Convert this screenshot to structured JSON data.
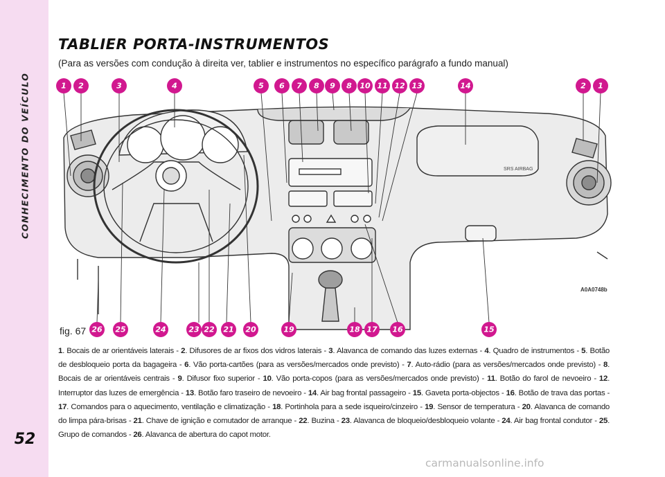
{
  "sidebar": {
    "section_label": "CONHECIMENTO DO VEÍCULO",
    "page_number": "52"
  },
  "title": "TABLIER PORTA-INSTRUMENTOS",
  "subtitle": "(Para as versões com condução à direita ver, tablier e instrumentos no específico parágrafo a fundo manual)",
  "figure": {
    "label": "fig. 67",
    "code": "A0A0748b",
    "airbag_text": "SRS AIRBAG",
    "colors": {
      "callout": "#d1188f",
      "dash_fill": "#e9e9e9",
      "line": "#333333"
    },
    "top_callouts": [
      "1",
      "2",
      "3",
      "4",
      "5",
      "6",
      "7",
      "8",
      "9",
      "8",
      "10",
      "11",
      "12",
      "13",
      "14",
      "2",
      "1"
    ],
    "bottom_callouts": [
      "26",
      "25",
      "24",
      "23",
      "22",
      "21",
      "20",
      "19",
      "18",
      "17",
      "16",
      "15"
    ]
  },
  "caption": [
    {
      "n": "1",
      "t": ". Bocais de ar orientáveis laterais - "
    },
    {
      "n": "2",
      "t": ". Difusores de ar fixos dos vidros laterais - "
    },
    {
      "n": "3",
      "t": ". Alavanca de comando das luzes externas - "
    },
    {
      "n": "4",
      "t": ". Quadro de instrumentos - "
    },
    {
      "n": "5",
      "t": ". Botão de desbloqueio porta da bagageira - "
    },
    {
      "n": "6",
      "t": ". Vão porta-cartões (para as versões/mercados onde previsto) - "
    },
    {
      "n": "7",
      "t": ". Auto-rádio (para as versões/mercados onde previsto) - "
    },
    {
      "n": "8",
      "t": ". Bocais de ar orientáveis centrais - "
    },
    {
      "n": "9",
      "t": ". Difusor fixo superior - "
    },
    {
      "n": "10",
      "t": ". Vão porta-copos (para as versões/mercados onde previsto) - "
    },
    {
      "n": "11",
      "t": ". Botão do farol de nevoeiro - "
    },
    {
      "n": "12",
      "t": ". Interruptor das luzes de emergência - "
    },
    {
      "n": "13",
      "t": ". Botão faro traseiro de nevoeiro - "
    },
    {
      "n": "14",
      "t": ". Air bag frontal passageiro - "
    },
    {
      "n": "15",
      "t": ". Gaveta porta-objectos - "
    },
    {
      "n": "16",
      "t": ". Botão de trava das portas - "
    },
    {
      "n": "17",
      "t": ". Comandos para o aquecimento, ventilação e climatização - "
    },
    {
      "n": "18",
      "t": ". Portinhola para a sede isqueiro/cinzeiro - "
    },
    {
      "n": "19",
      "t": ". Sensor de temperatura - "
    },
    {
      "n": "20",
      "t": ". Alavanca de comando do limpa pára-brisas - "
    },
    {
      "n": "21",
      "t": ". Chave de ignição e comutador de arranque - "
    },
    {
      "n": "22",
      "t": ". Buzina - "
    },
    {
      "n": "23",
      "t": ". Alavanca de bloqueio/desbloqueio volante - "
    },
    {
      "n": "24",
      "t": ". Air bag frontal condutor - "
    },
    {
      "n": "25",
      "t": ". Grupo de comandos - "
    },
    {
      "n": "26",
      "t": ". Alavanca de abertura do capot motor."
    }
  ],
  "watermark": "carmanualsonline.info"
}
